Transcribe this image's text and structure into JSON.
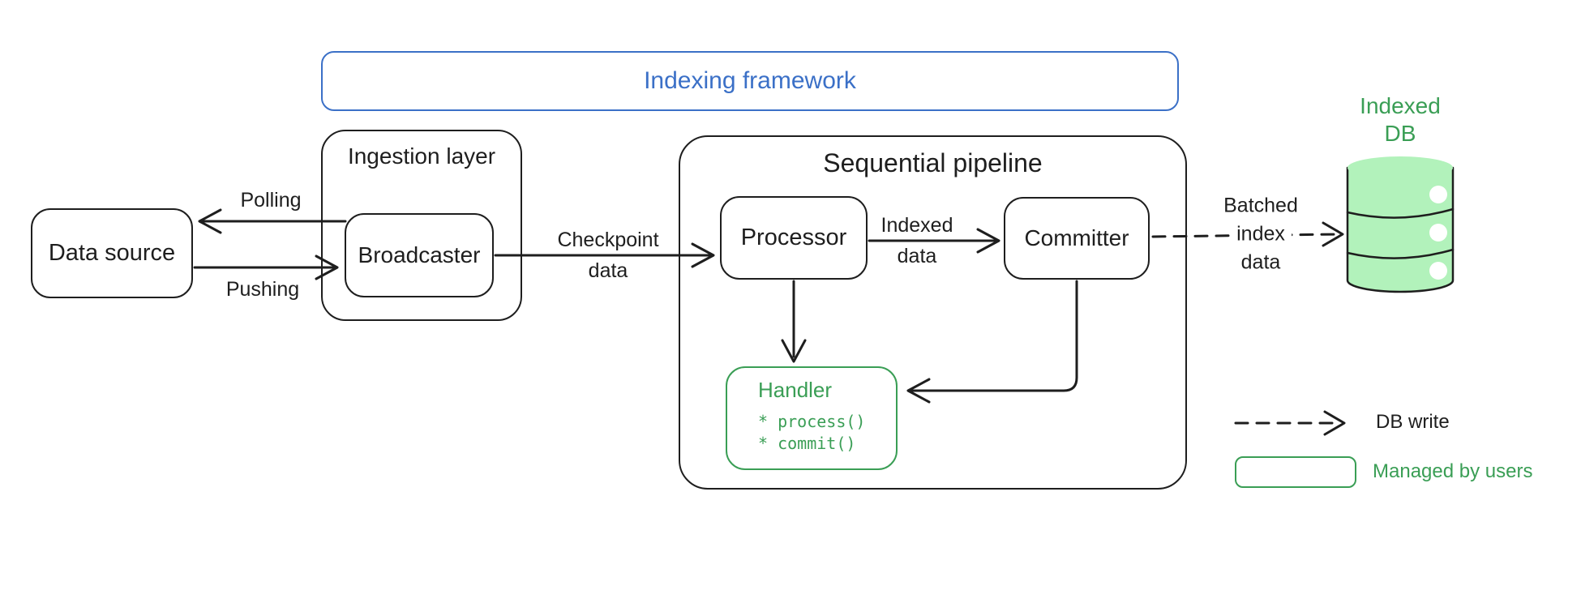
{
  "colors": {
    "stroke": "#1e1e1e",
    "blue": "#3b70c7",
    "green": "#3a9e55",
    "green_fill": "#b2f2bb",
    "bg": "#ffffff"
  },
  "frame": {
    "label": "Indexing framework"
  },
  "nodes": {
    "data_source": {
      "label": "Data source"
    },
    "ingestion_layer": {
      "label": "Ingestion layer"
    },
    "broadcaster": {
      "label": "Broadcaster"
    },
    "pipeline": {
      "label": "Sequential pipeline"
    },
    "processor": {
      "label": "Processor"
    },
    "committer": {
      "label": "Committer"
    },
    "handler": {
      "title": "Handler",
      "methods": [
        "* process()",
        "* commit()"
      ]
    },
    "indexed_db": {
      "lines": [
        "Indexed",
        "DB"
      ]
    }
  },
  "edges": {
    "polling": {
      "label": "Polling"
    },
    "pushing": {
      "label": "Pushing"
    },
    "checkpoint": {
      "lines": [
        "Checkpoint",
        "data"
      ]
    },
    "indexed_data": {
      "lines": [
        "Indexed",
        "data"
      ]
    },
    "batched_index": {
      "lines": [
        "Batched",
        "index",
        "data"
      ]
    }
  },
  "legend": {
    "db_write_label": "DB write",
    "managed_label": "Managed by users"
  }
}
